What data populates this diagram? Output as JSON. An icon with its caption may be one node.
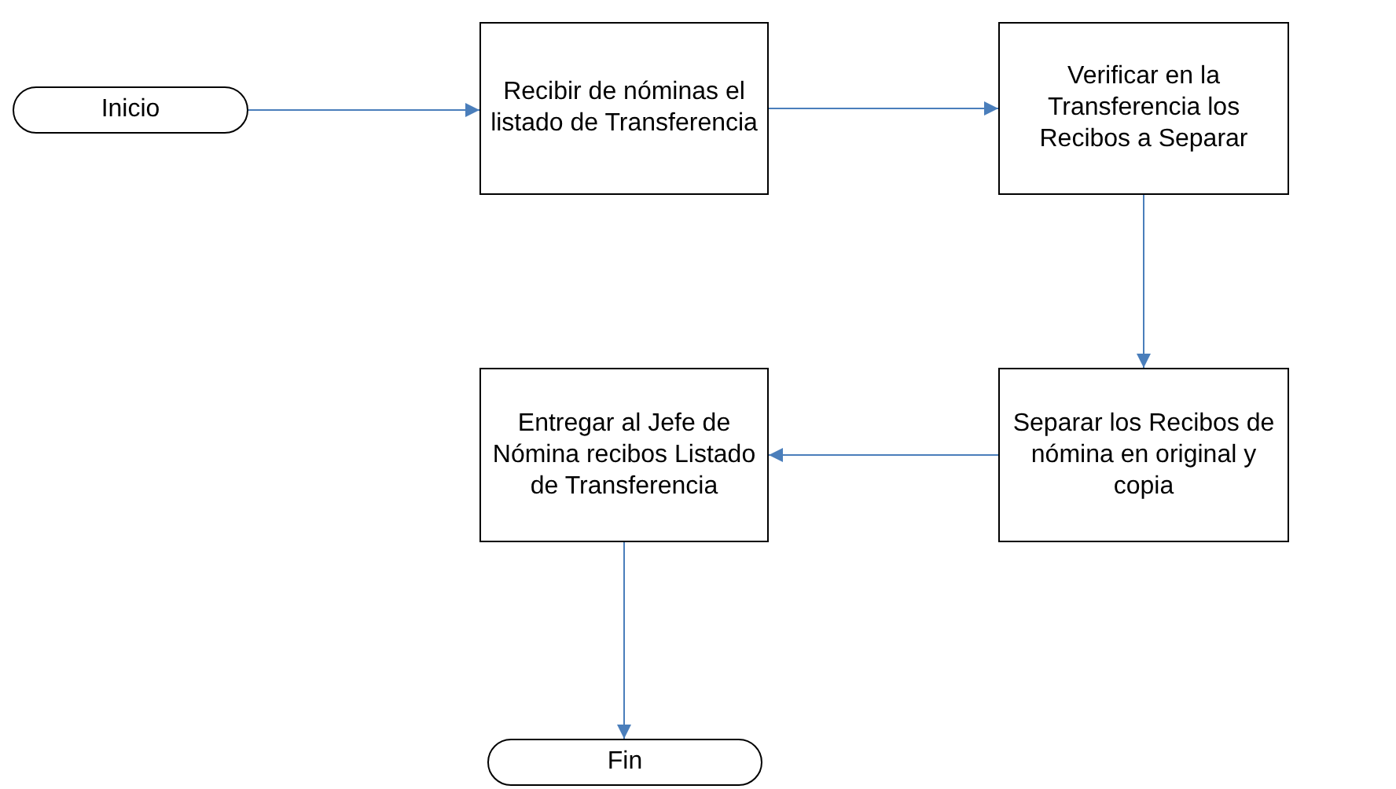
{
  "diagram": {
    "nodes": [
      {
        "text": [
          "Inicio"
        ]
      },
      {
        "text": [
          "Recibir de nóminas el listado de Transferencia"
        ]
      },
      {
        "text": [
          "Verificar en la Transferencia los Recibos a Separar"
        ]
      },
      {
        "text": [
          "Separar los Recibos de nómina en original y copia"
        ]
      },
      {
        "text": [
          "Entregar al Jefe de Nómina recibos Listado de Transferencia"
        ]
      },
      {
        "text": [
          "Fin"
        ]
      }
    ],
    "edges": [
      {
        "from": 0,
        "to": 1,
        "arrow": "to"
      },
      {
        "from": 1,
        "to": 2,
        "arrow": "to"
      },
      {
        "from": 2,
        "to": 3,
        "arrow": "to"
      },
      {
        "from": 3,
        "to": 4,
        "arrow": "to"
      },
      {
        "from": 4,
        "to": 5,
        "arrow": "to"
      }
    ]
  }
}
